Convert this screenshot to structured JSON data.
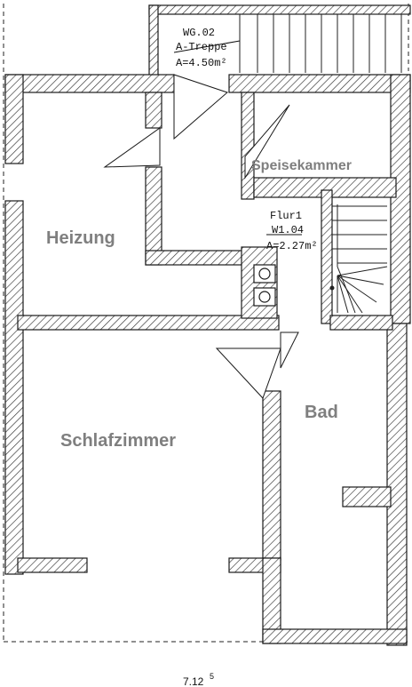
{
  "colors": {
    "wall_stroke": "#1a1a1a",
    "hatch": "#333333",
    "room_label": "#7f7f7f",
    "background": "#ffffff"
  },
  "rooms": {
    "heizung": "Heizung",
    "schlafzimmer": "Schlafzimmer",
    "bad": "Bad",
    "speisekammer": "Speisekammer"
  },
  "stair_tag": {
    "code": "WG.02",
    "name": "A-Treppe",
    "area": "A=4.50m²"
  },
  "flur_tag": {
    "name": "Flur1",
    "code": "W1.04",
    "area": "A=2.27m²"
  },
  "dimension": {
    "main": "7.12",
    "superscript": "5"
  }
}
